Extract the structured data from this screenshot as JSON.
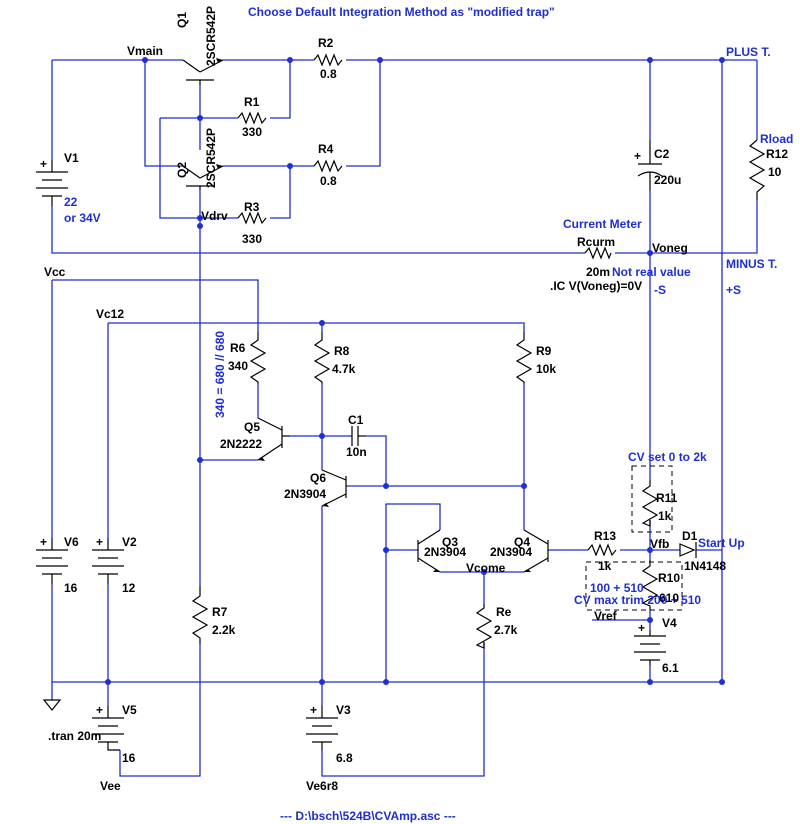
{
  "header": {
    "note": "Choose Default Integration Method as \"modified trap\""
  },
  "footer": {
    "file": "---  D:\\bsch\\524B\\CVAmp.asc  ---"
  },
  "nets": {
    "vmain": "Vmain",
    "vdrv": "Vdrv",
    "vcc": "Vcc",
    "vc12": "Vc12",
    "voneg": "Voneg",
    "vcome": "Vcome",
    "vfb": "Vfb",
    "vref": "Vref",
    "vee": "Vee",
    "ve6r8": "Ve6r8"
  },
  "labels": {
    "plus_t": "PLUS T.",
    "minus_t": "MINUS T.",
    "rload": "Rload",
    "current_meter": "Current Meter",
    "not_real": "Not real value",
    "ic": ".IC V(Voneg)=0V",
    "minus_s": "-S",
    "plus_s": "+S",
    "r6_note": "340 = 680 // 680",
    "cv_set": "CV set 0 to 2k",
    "start_up": "Start Up",
    "cv_trim_a": "100 + 510",
    "cv_trim_b": "CV max trim 200 + 510",
    "tran": ".tran 20m"
  },
  "components": {
    "q1": {
      "name": "Q1",
      "model": "2SCR542P"
    },
    "q2": {
      "name": "Q2",
      "model": "2SCR542P"
    },
    "q3": {
      "name": "Q3",
      "model": "2N3904"
    },
    "q4": {
      "name": "Q4",
      "model": "2N3904"
    },
    "q5": {
      "name": "Q5",
      "model": "2N2222"
    },
    "q6": {
      "name": "Q6",
      "model": "2N3904"
    },
    "r1": {
      "name": "R1",
      "value": "330"
    },
    "r2": {
      "name": "R2",
      "value": "0.8"
    },
    "r3": {
      "name": "R3",
      "value": "330"
    },
    "r4": {
      "name": "R4",
      "value": "0.8"
    },
    "r6": {
      "name": "R6",
      "value": "340"
    },
    "r7": {
      "name": "R7",
      "value": "2.2k"
    },
    "r8": {
      "name": "R8",
      "value": "4.7k"
    },
    "r9": {
      "name": "R9",
      "value": "10k"
    },
    "r10": {
      "name": "R10",
      "value": "610"
    },
    "r11": {
      "name": "R11",
      "value": "1k"
    },
    "r12": {
      "name": "R12",
      "value": "10"
    },
    "r13": {
      "name": "R13",
      "value": "1k"
    },
    "re": {
      "name": "Re",
      "value": "2.7k"
    },
    "rcurm": {
      "name": "Rcurm",
      "value": "20m"
    },
    "c1": {
      "name": "C1",
      "value": "10n"
    },
    "c2": {
      "name": "C2",
      "value": "220u"
    },
    "d1": {
      "name": "D1",
      "model": "1N4148"
    },
    "v1": {
      "name": "V1",
      "value": "22",
      "alt": "or 34V"
    },
    "v2": {
      "name": "V2",
      "value": "12"
    },
    "v3": {
      "name": "V3",
      "value": "6.8"
    },
    "v4": {
      "name": "V4",
      "value": "6.1"
    },
    "v5": {
      "name": "V5",
      "value": "16"
    },
    "v6": {
      "name": "V6",
      "value": "16"
    }
  }
}
